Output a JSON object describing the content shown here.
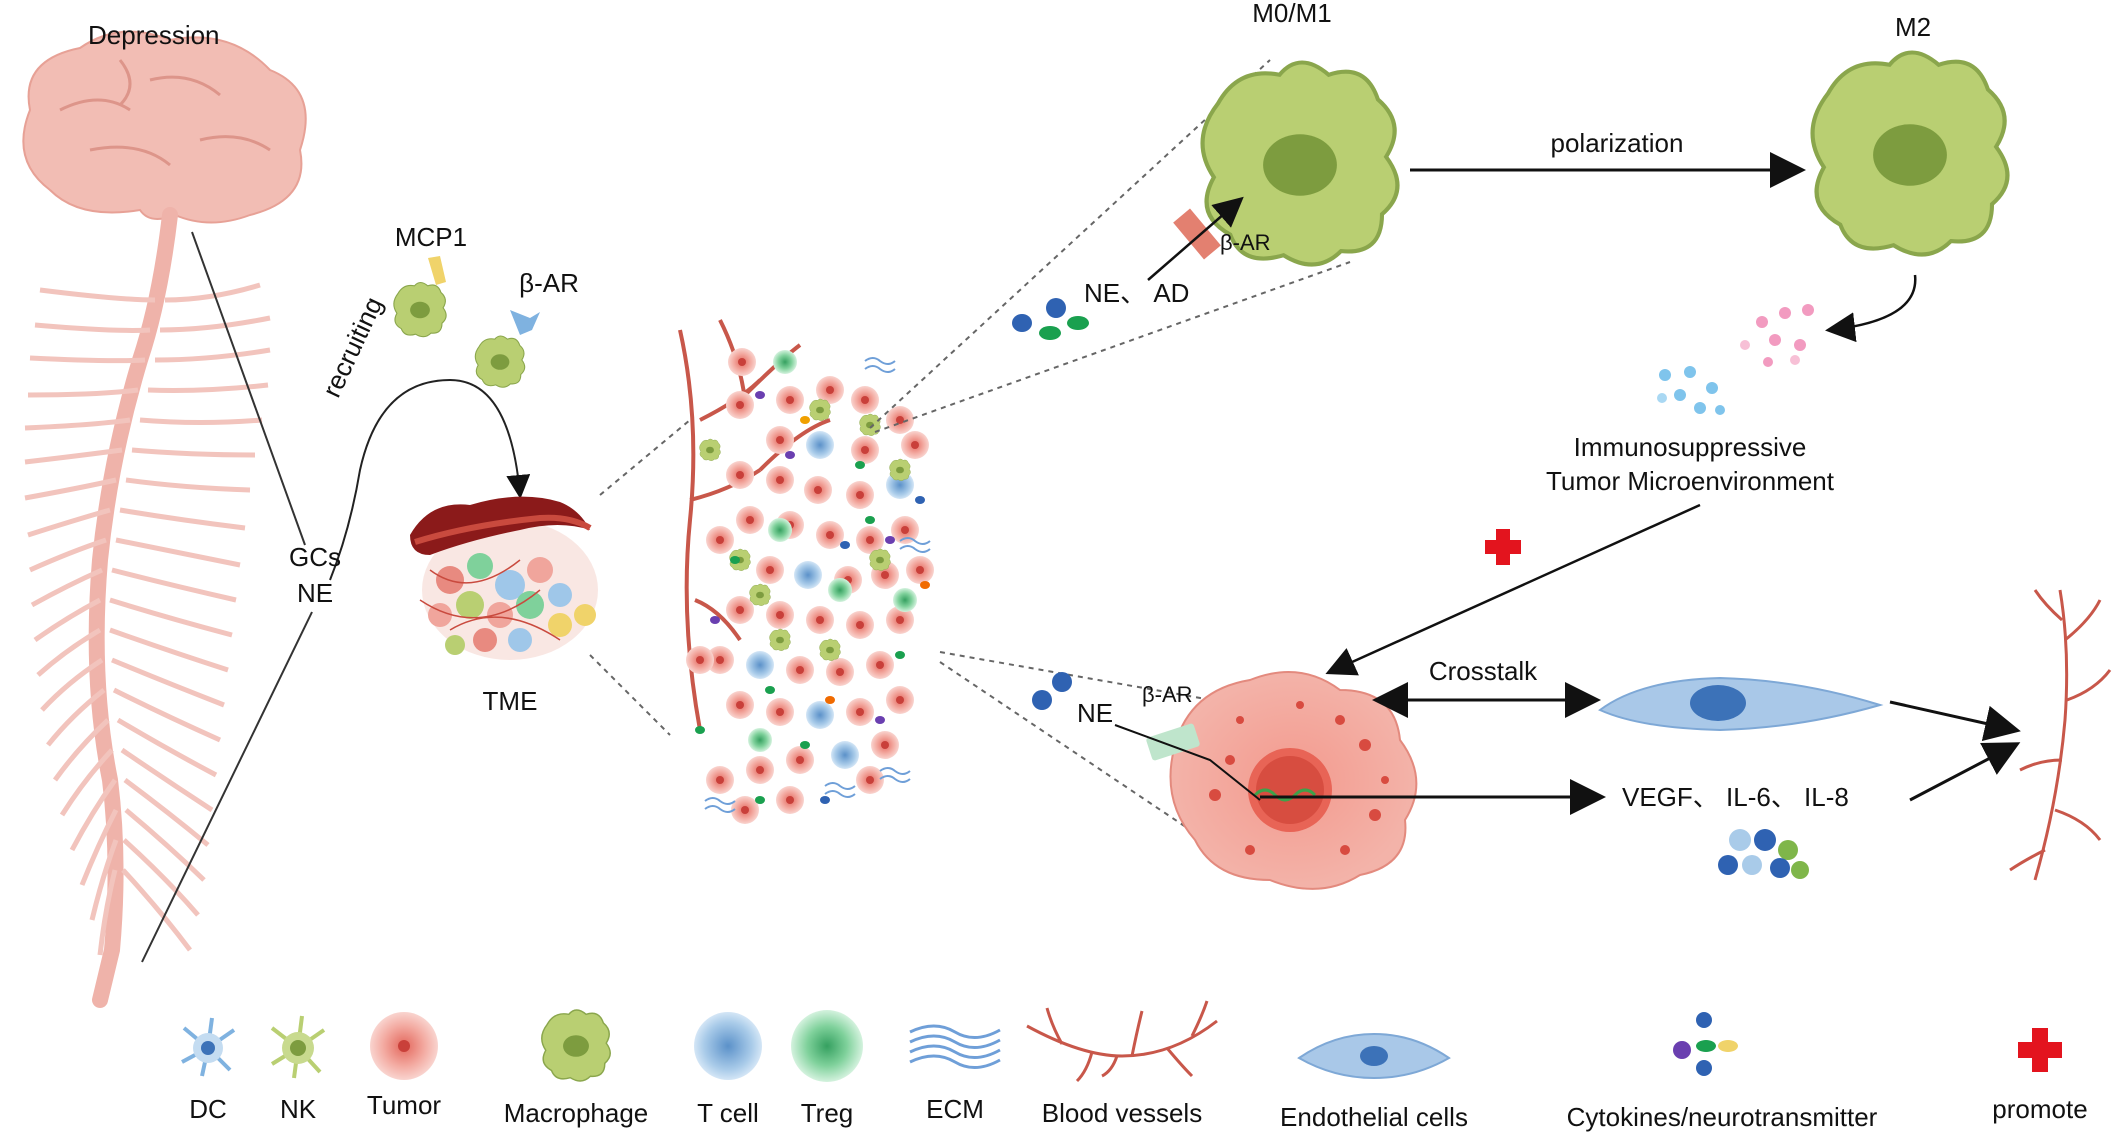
{
  "labels": {
    "depression": "Depression",
    "m0m1": "M0/M1",
    "m2": "M2",
    "polarization": "polarization",
    "mcp1": "MCP1",
    "beta_ar_top": "β-AR",
    "beta_ar_macro": "β-AR",
    "beta_ar_tumor": "β-AR",
    "recruiting": "recruiting",
    "gcs": "GCs",
    "ne_left": "NE",
    "tme": "TME",
    "ne_ad": "NE、 AD",
    "immuno_line1": "Immunosuppressive",
    "immuno_line2": "Tumor Microenvironment",
    "crosstalk": "Crosstalk",
    "ne_tumor": "NE",
    "vegf": "VEGF、 IL-6、 IL-8"
  },
  "legend": [
    {
      "key": "dc",
      "label": "DC"
    },
    {
      "key": "nk",
      "label": "NK"
    },
    {
      "key": "tumor",
      "label": "Tumor"
    },
    {
      "key": "macrophage",
      "label": "Macrophage"
    },
    {
      "key": "tcell",
      "label": "T cell"
    },
    {
      "key": "treg",
      "label": "Treg"
    },
    {
      "key": "ecm",
      "label": "ECM"
    },
    {
      "key": "vessels",
      "label": "Blood vessels"
    },
    {
      "key": "endothelial",
      "label": "Endothelial cells"
    },
    {
      "key": "cytokines",
      "label": "Cytokines/neurotransmitter"
    },
    {
      "key": "promote",
      "label": "promote"
    }
  ],
  "colors": {
    "macrophage_body": "#b9cf72",
    "macrophage_nucleus": "#7d9c3f",
    "tumor_body": "#f0a59c",
    "tumor_nucleus": "#d9534a",
    "endothelial": "#a9c8e8",
    "endothelial_nucleus": "#3c72b8",
    "vessel": "#c8574a",
    "promote": "#e3141e",
    "nerve": "#efb3aa"
  }
}
